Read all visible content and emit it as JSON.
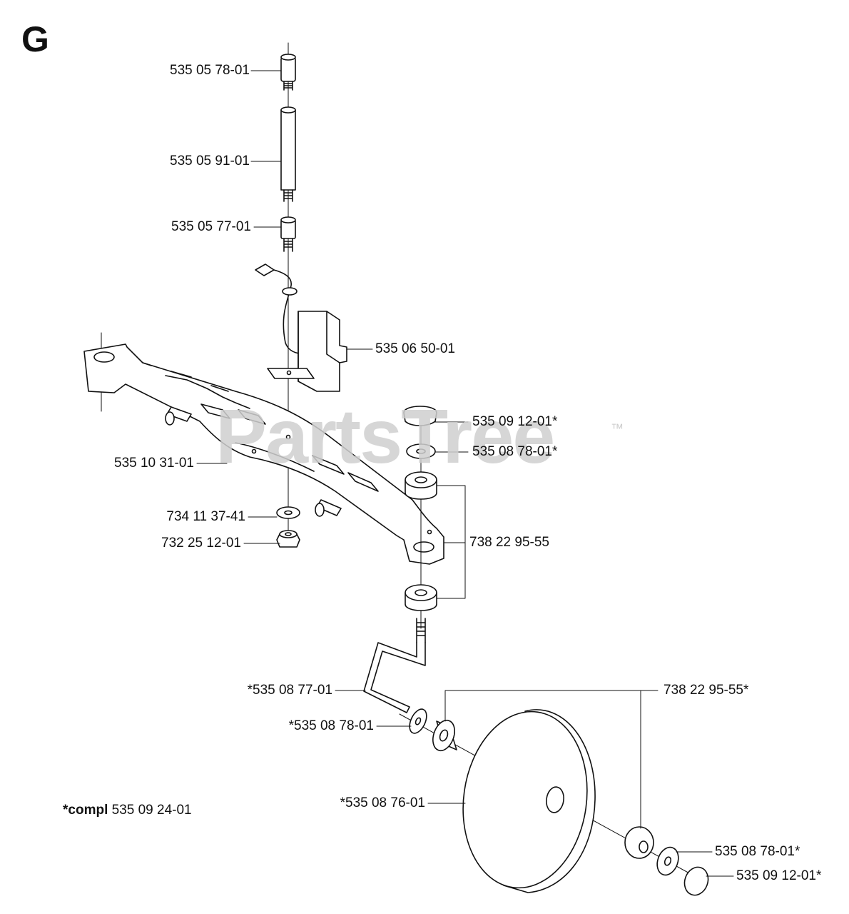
{
  "section_letter": "G",
  "watermark": "PartsTree",
  "watermark_tm": "™",
  "parts": {
    "p1": "535 05 78-01",
    "p2": "535 05 91-01",
    "p3": "535 05 77-01",
    "p4": "535 06 50-01",
    "p5": "535 09 12-01*",
    "p6": "535 08 78-01*",
    "p7": "535 10 31-01",
    "p8": "734 11 37-41",
    "p9": "732 25 12-01",
    "p10": "738 22 95-55",
    "p11": "*535 08 77-01",
    "p12": "738 22 95-55*",
    "p13": "*535 08 78-01",
    "p14": "*535 08 76-01",
    "p15": "535 08 78-01*",
    "p16": "535 09 12-01*"
  },
  "compl": {
    "prefix": "*compl",
    "number": "535 09 24-01"
  }
}
